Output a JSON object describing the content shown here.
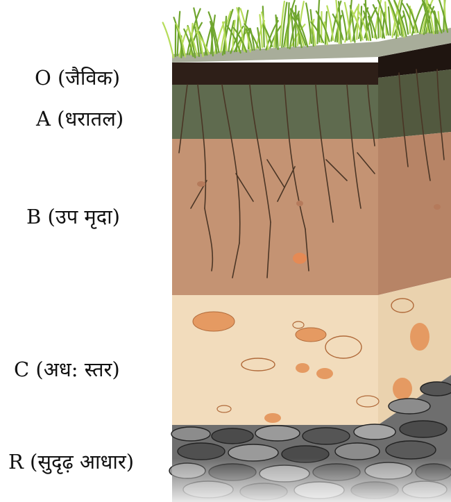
{
  "layers": [
    {
      "id": "O",
      "label": "O (जैविक)",
      "color": "#2e1f18"
    },
    {
      "id": "A",
      "label": "A (धरातल)",
      "color": "#5f6b4f"
    },
    {
      "id": "B",
      "label": "B (उप मृदा)",
      "color": "#c49373"
    },
    {
      "id": "C",
      "label": "C (अध: स्तर)",
      "color": "#f2dcbc"
    },
    {
      "id": "R",
      "label": "R (सुदृढ़ आधार)",
      "color": "#6e6e6e"
    }
  ],
  "colors": {
    "grass": "#6fa52e",
    "grass_light": "#b6dc5a",
    "root": "#4a3525",
    "pebble": "#e59a62",
    "rock_dark": "#3a3a3a",
    "rock_light": "#9a9a9a"
  }
}
